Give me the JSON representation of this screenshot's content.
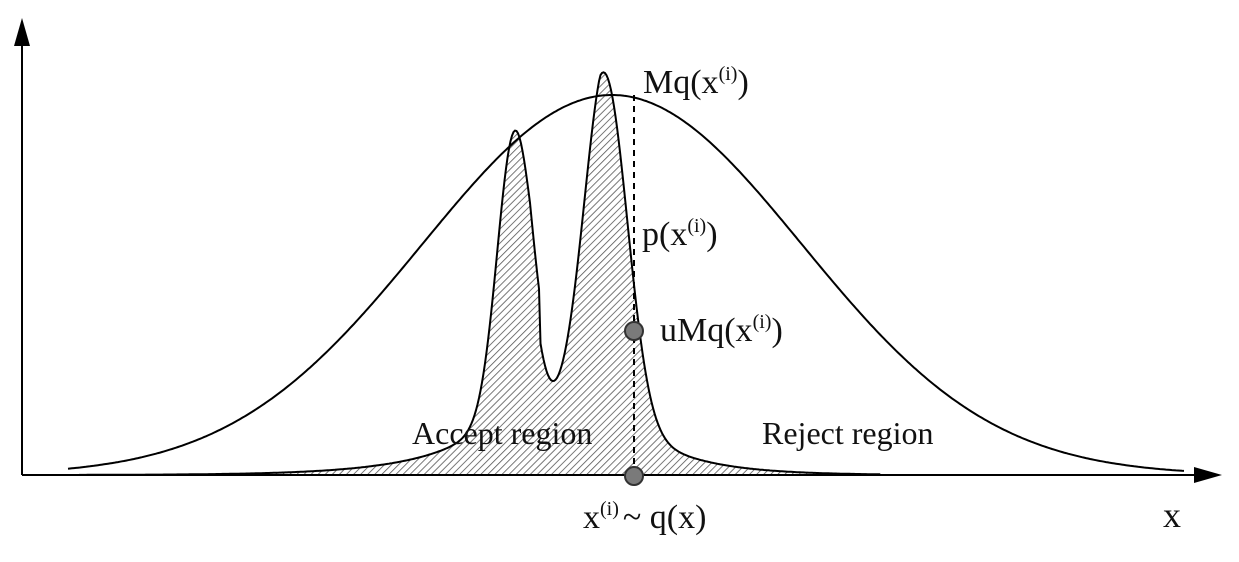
{
  "labels": {
    "envelope": {
      "base": "Mq(x",
      "sup": "(i)",
      "close": ")"
    },
    "target": {
      "base": "p(x",
      "sup": "(i)",
      "close": ")"
    },
    "uniform": {
      "base": "uMq(x",
      "sup": "(i)",
      "close": ")"
    },
    "sample": {
      "base": "x",
      "sup": "(i)",
      "rest": "~ q(x)"
    },
    "accept_region": "Accept region",
    "reject_region": "Reject region",
    "x_axis": "x"
  },
  "colors": {
    "line": "#000000",
    "hatch": "#555555",
    "point_fill": "#7a7a7a",
    "text": "#111111"
  }
}
